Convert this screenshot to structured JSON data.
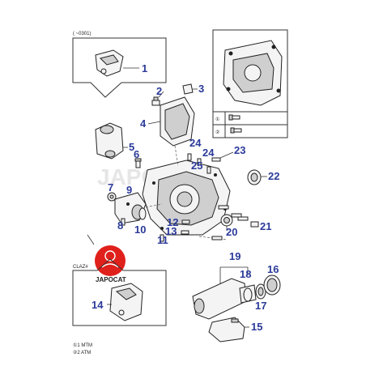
{
  "header": {
    "date_code": "(     ~0301)"
  },
  "callouts": {
    "c1": "1",
    "c2": "2",
    "c3": "3",
    "c4": "4",
    "c5": "5",
    "c6": "6",
    "c7": "7",
    "c8": "8",
    "c9": "9",
    "c10": "10",
    "c11": "11",
    "c12": "12",
    "c13": "13",
    "c14": "14",
    "c15": "15",
    "c16": "16",
    "c17": "17",
    "c18": "18",
    "c19": "19",
    "c20": "20",
    "c21": "21",
    "c22": "22",
    "c23": "23",
    "c24a": "24",
    "c24b": "24",
    "c25": "25"
  },
  "inset_right": {
    "row1_marker": "①",
    "row2_marker": "②"
  },
  "inset_lower": {
    "code": "CLAZ#"
  },
  "watermark": {
    "brand": "JAPOCAT",
    "ghost_text": "JAPOCAT"
  },
  "footnotes": {
    "note1": "①1 MTM",
    "note2": "②2 ATM"
  },
  "colors": {
    "callout": "#2b3a9a",
    "badge_red": "#e0201b",
    "line": "#222222"
  }
}
